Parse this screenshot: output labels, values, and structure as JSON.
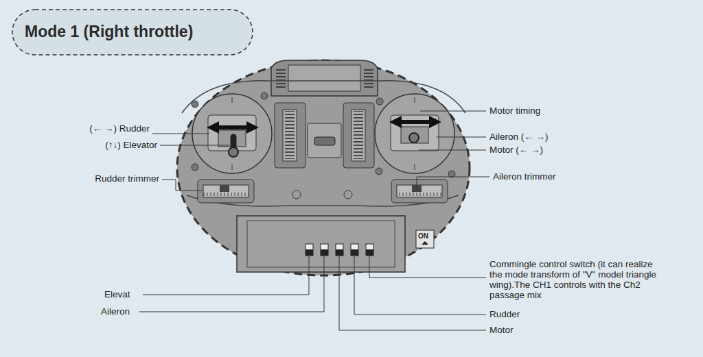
{
  "diagram": {
    "title": "Mode 1 (Right throttle)",
    "labels": [
      "(← →) Rudder",
      "(↑↓) Elevator",
      "Rudder trimmer",
      "Motor timing",
      "Aileron (← →)",
      "Motor (← →)",
      "Aileron trimmer",
      "ON",
      "Commingle control switch (it can realize the mode transform of \"V\" model triangle wing).The CH1 controls with the Ch2 passage mix",
      "Elevat",
      "Aileron",
      "Rudder",
      "Motor"
    ]
  }
}
